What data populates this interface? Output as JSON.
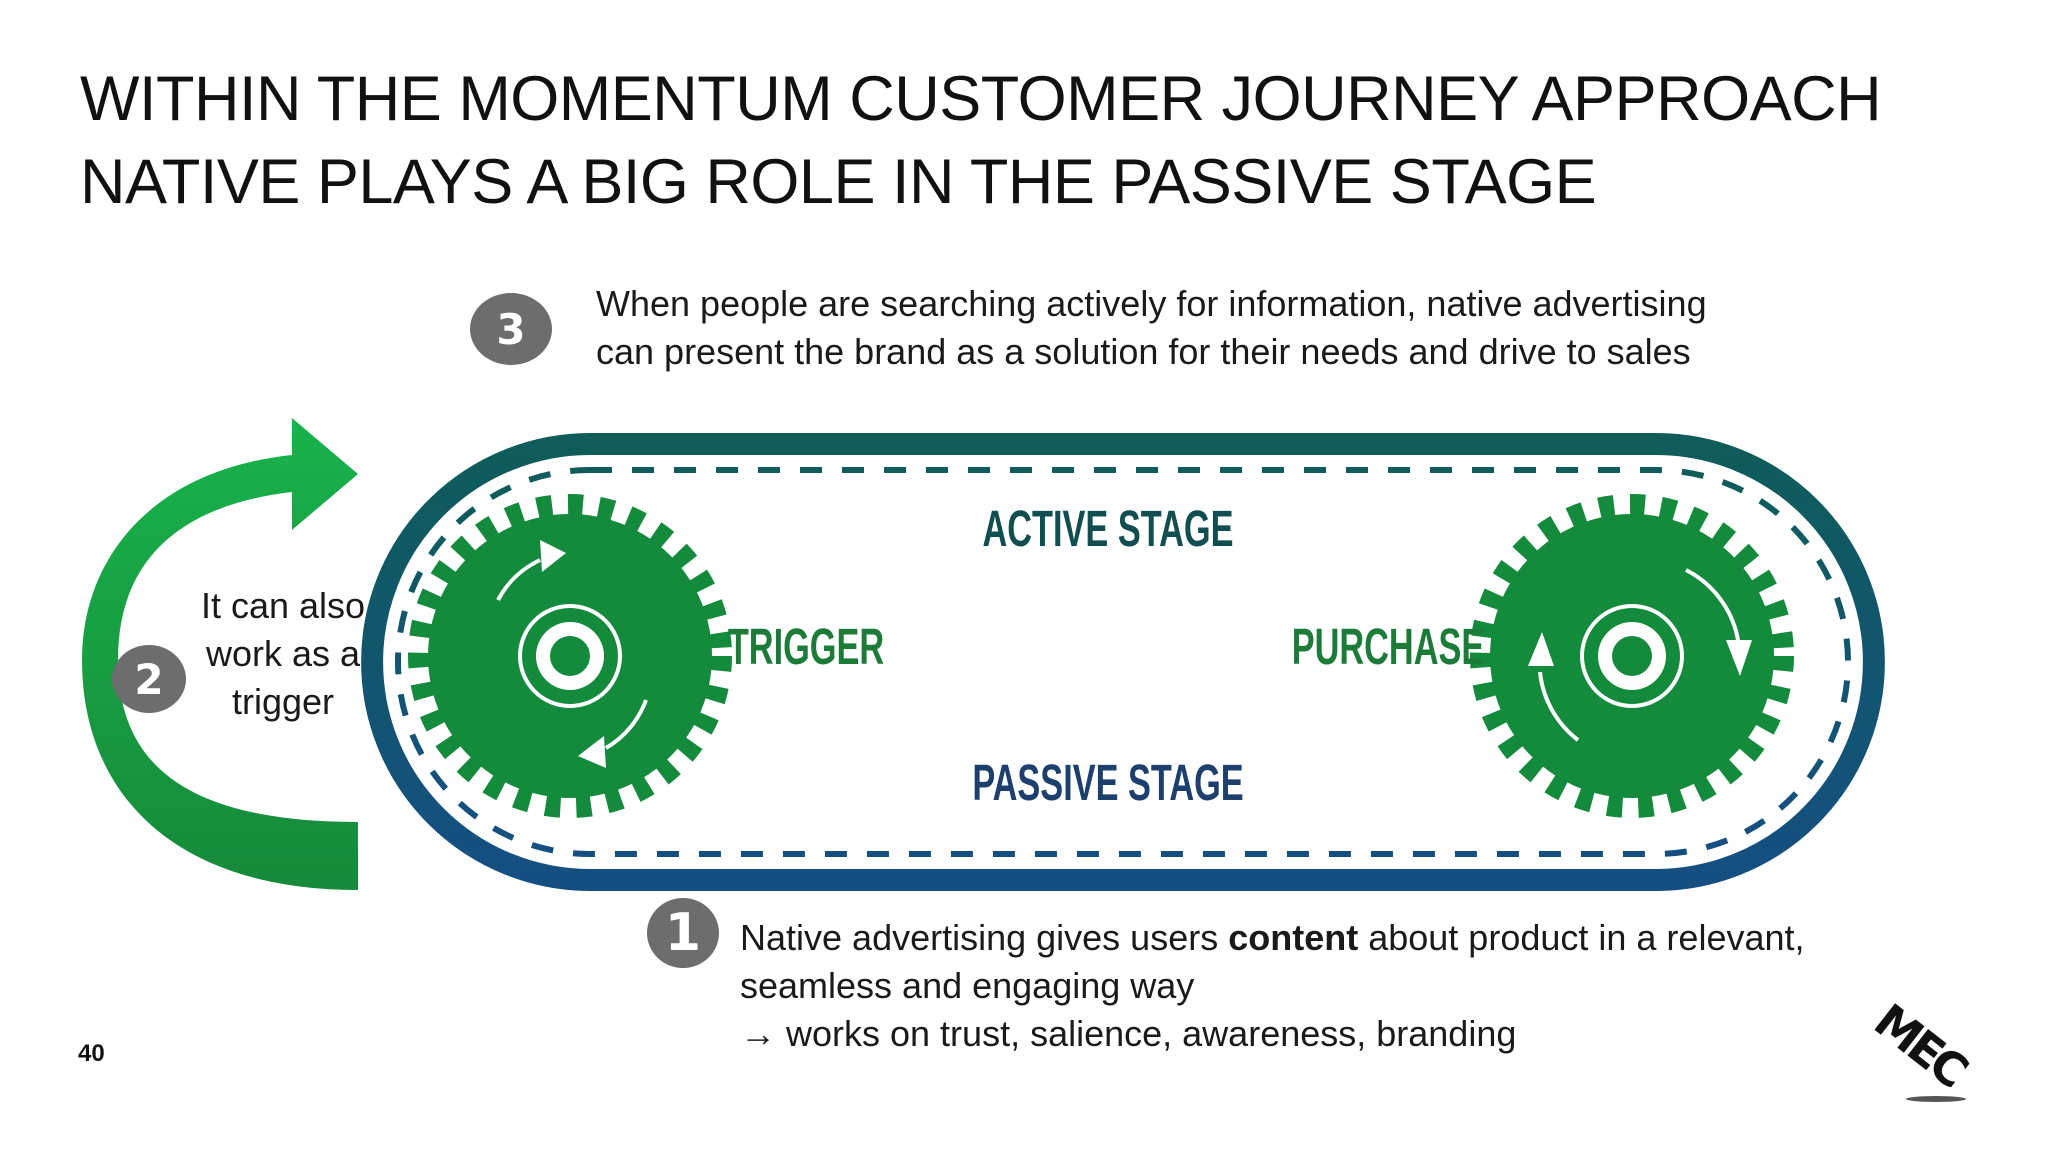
{
  "title": {
    "line1": "WITHIN THE MOMENTUM CUSTOMER JOURNEY APPROACH",
    "line2": "NATIVE PLAYS A BIG ROLE IN THE PASSIVE STAGE"
  },
  "steps": [
    {
      "number": "1",
      "text_prefix": "Native advertising gives users ",
      "text_bold": "content",
      "text_suffix": " about product in a relevant, seamless and engaging way",
      "bullet": "→ works on trust, salience, awareness, branding"
    },
    {
      "number": "2",
      "text": "It can also work as a trigger"
    },
    {
      "number": "3",
      "text": "When people are searching actively for information, native advertising can present the brand as a solution for their needs and drive to sales"
    }
  ],
  "diagram": {
    "active_label": "ACTIVE STAGE",
    "passive_label": "PASSIVE STAGE",
    "trigger_label": "TRIGGER",
    "purchase_label": "PURCHASE"
  },
  "colors": {
    "gear_green": "#148a3c",
    "belt_teal": "#0f5c5a",
    "belt_blue": "#154f82",
    "arrow_green": "#1aa84b",
    "label_teal": "#114e4f",
    "label_green": "#1d7b3a",
    "label_blue": "#1d3f6e",
    "badge_gray": "#6d6d6d"
  },
  "page_number": "40",
  "logo_text": "MEC",
  "icons": {
    "badge": "numbered-circle-icon",
    "curved_arrow": "curved-arrow-icon",
    "gear": "gear-icon"
  }
}
